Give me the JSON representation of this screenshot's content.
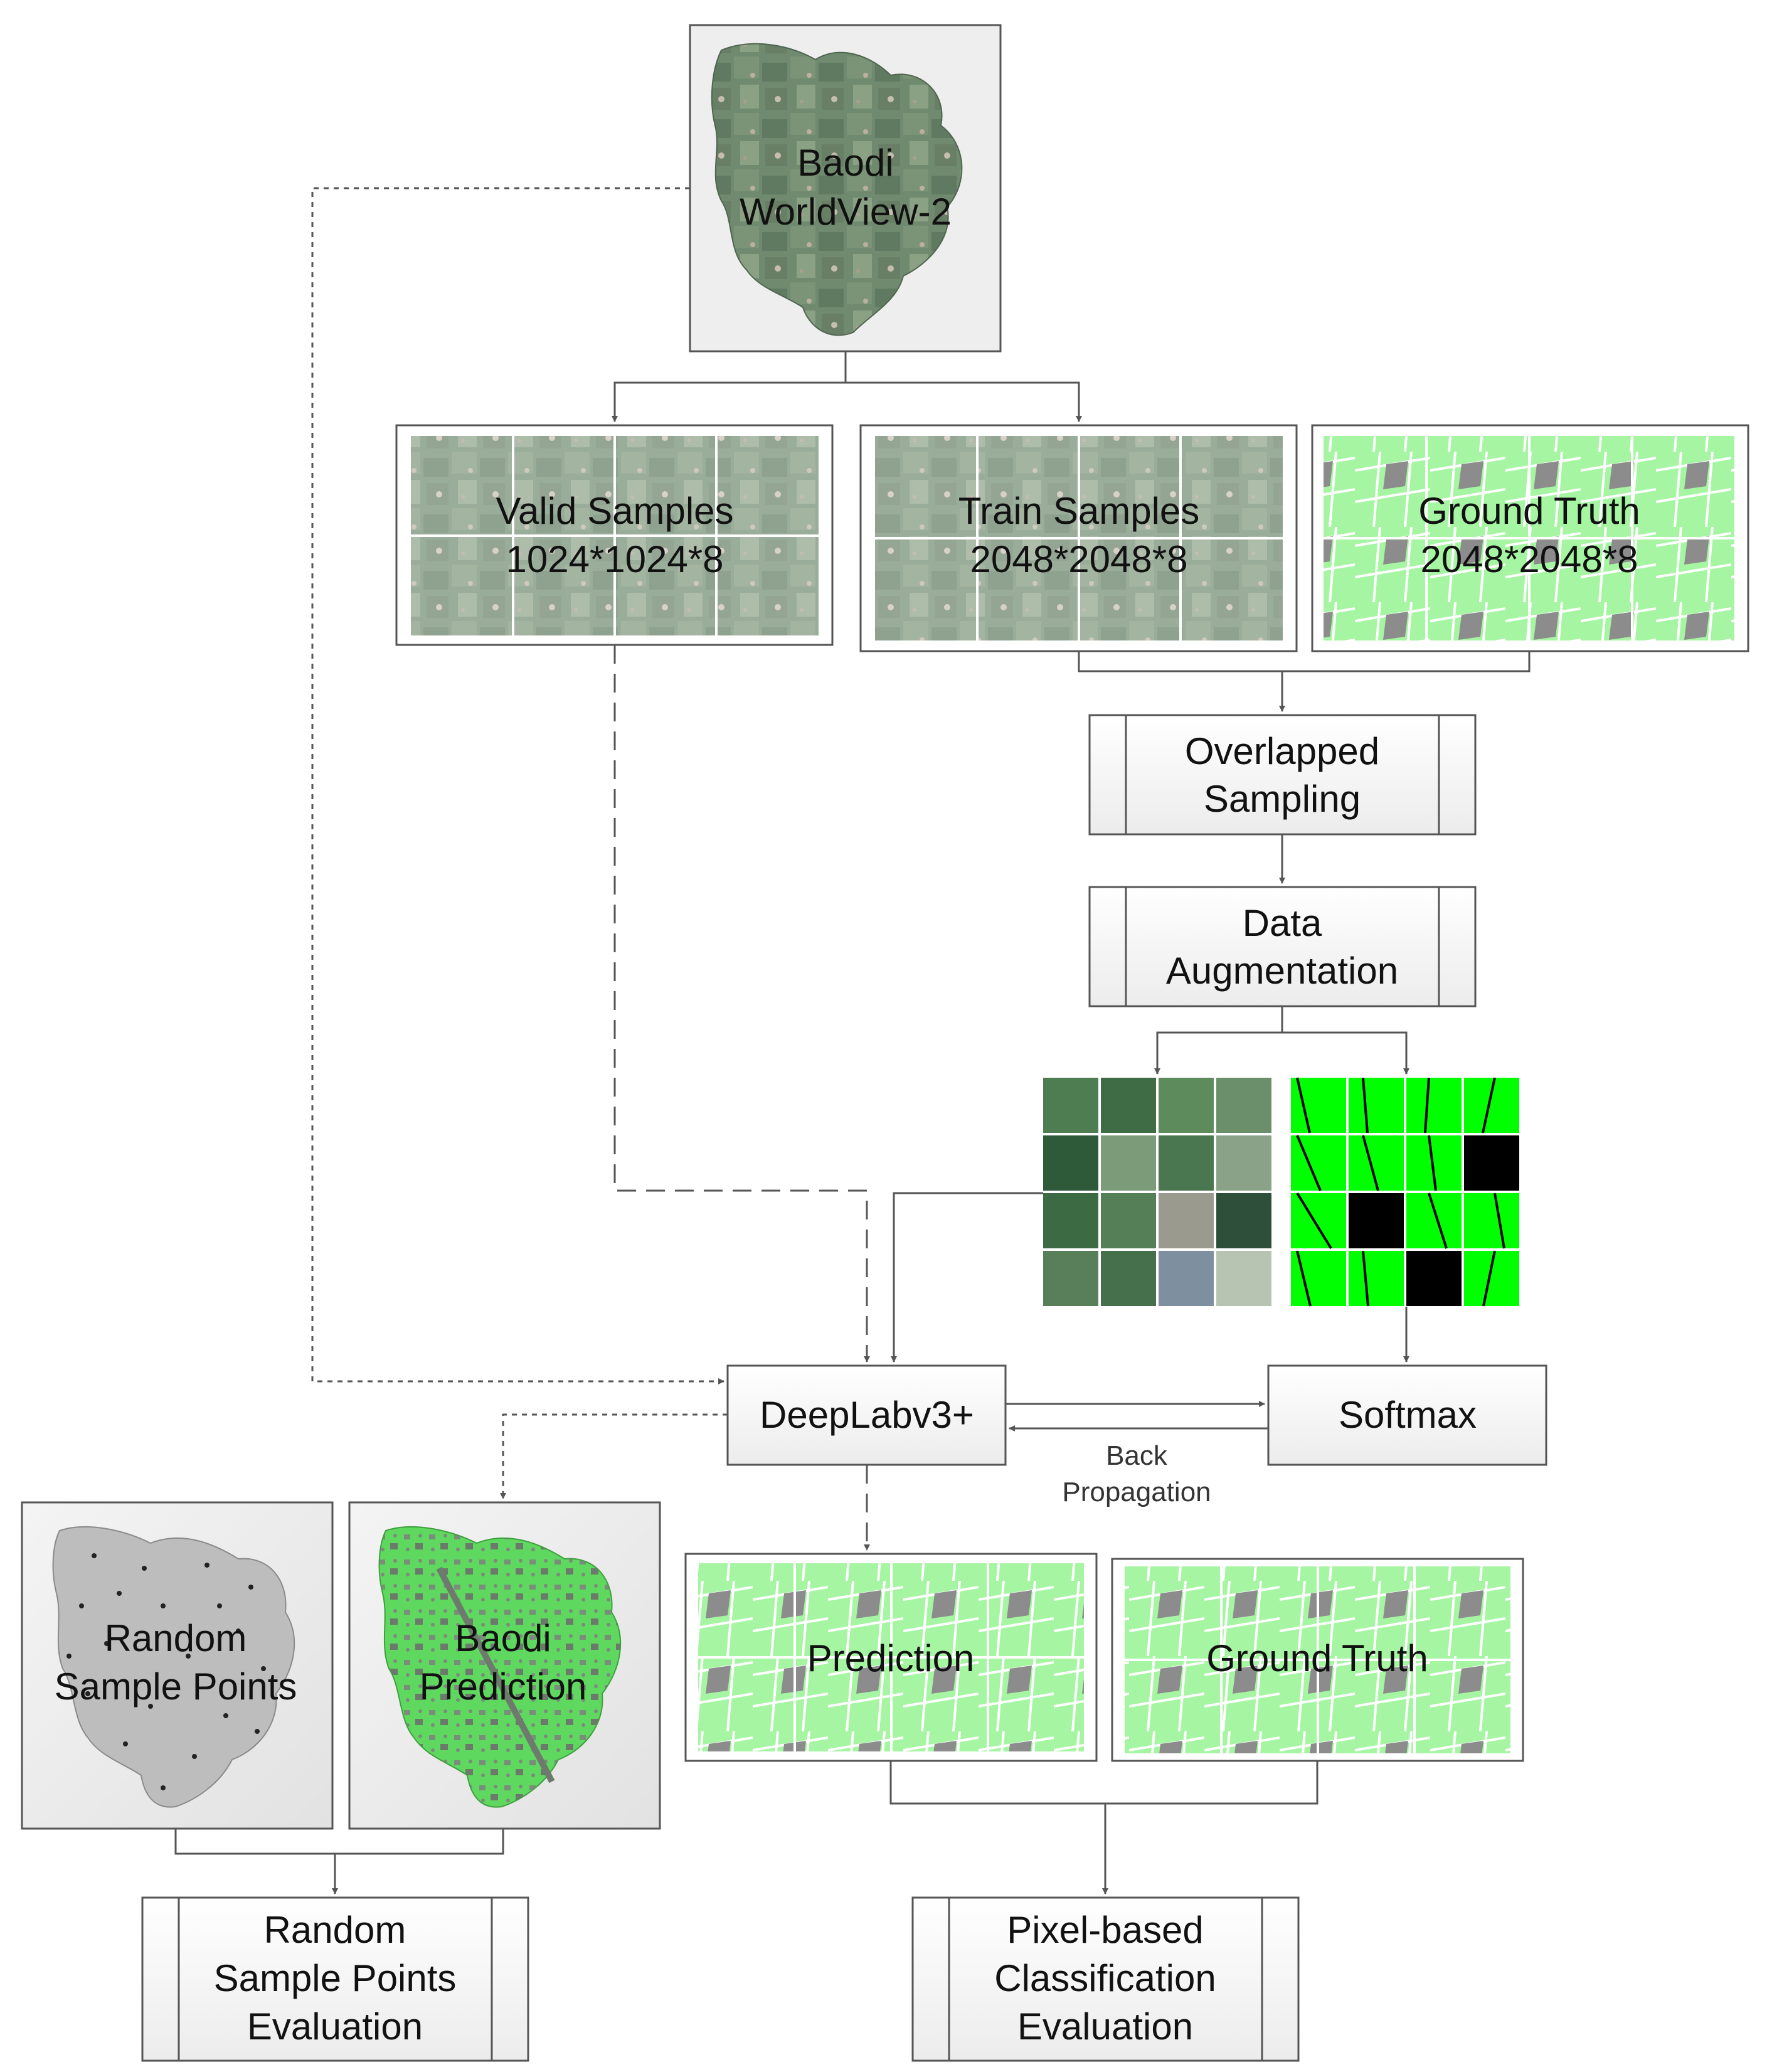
{
  "nodes": {
    "baodi_wv2": {
      "line1": "Baodi",
      "line2": "WorldView-2"
    },
    "valid_samples": {
      "line1": "Valid Samples",
      "line2": "1024*1024*8"
    },
    "train_samples": {
      "line1": "Train Samples",
      "line2": "2048*2048*8"
    },
    "ground_truth_top": {
      "line1": "Ground Truth",
      "line2": "2048*2048*8"
    },
    "overlapped_sampling": {
      "line1": "Overlapped",
      "line2": "Sampling"
    },
    "data_augmentation": {
      "line1": "Data",
      "line2": "Augmentation"
    },
    "deeplab": {
      "label": "DeepLabv3+"
    },
    "softmax": {
      "label": "Softmax"
    },
    "back_propagation": {
      "line1": "Back",
      "line2": "Propagation"
    },
    "random_sample_points": {
      "line1": "Random",
      "line2": "Sample Points"
    },
    "baodi_prediction": {
      "line1": "Baodi",
      "line2": "Prediction"
    },
    "prediction": {
      "label": "Prediction"
    },
    "ground_truth_bottom": {
      "label": "Ground Truth"
    },
    "rsp_evaluation": {
      "line1": "Random",
      "line2": "Sample Points",
      "line3": "Evaluation"
    },
    "pixel_evaluation": {
      "line1": "Pixel-based",
      "line2": "Classification",
      "line3": "Evaluation"
    }
  },
  "colors": {
    "label_green": "#a6f5a2",
    "mask_green": "#00ff00",
    "background_gray": "#8c8c8c",
    "satellite_green": "#5f7f62",
    "box_border": "#555555",
    "connector": "#555555"
  }
}
